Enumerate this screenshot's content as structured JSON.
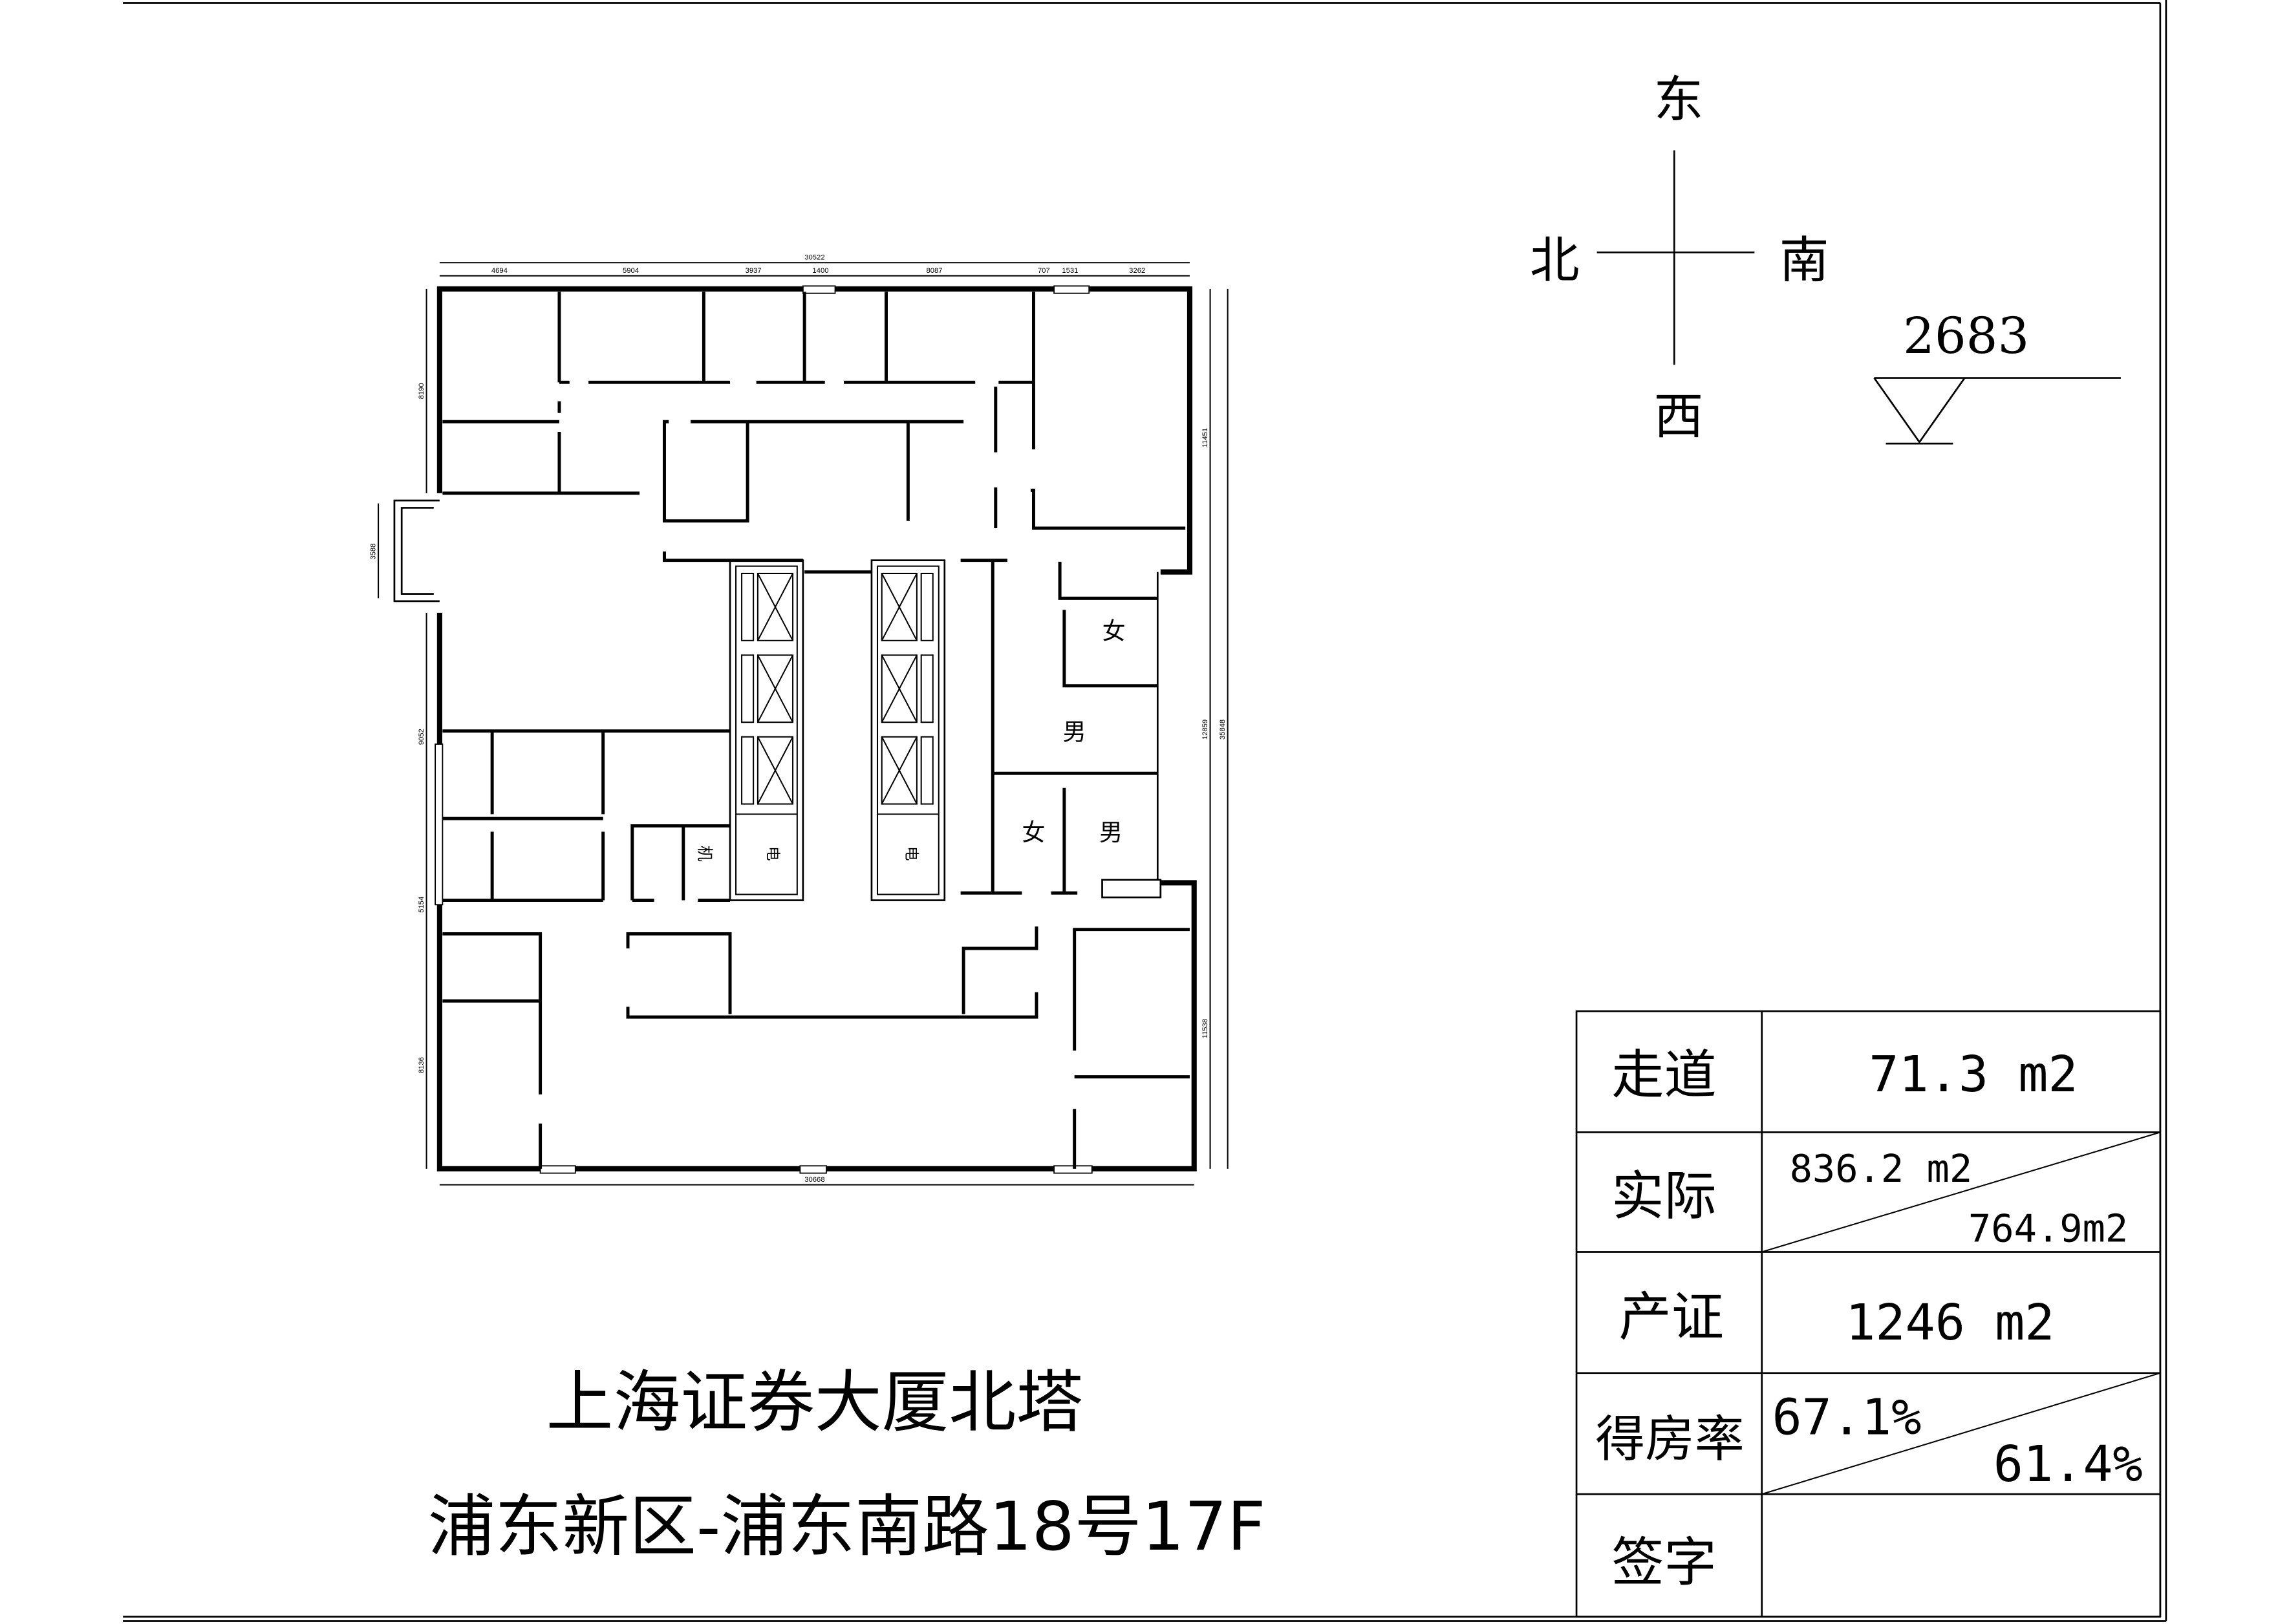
{
  "title": {
    "building": "上海证券大厦北塔",
    "address": "浦东新区-浦东南路18号17F"
  },
  "compass": {
    "top": "东",
    "left": "北",
    "right": "南",
    "bottom": "西"
  },
  "elevation": "2683",
  "dimensions": {
    "top_total": "30522",
    "top_segments": [
      "4694",
      "5904",
      "3937",
      "1400",
      "8087",
      "707",
      "1531",
      "3262"
    ],
    "bottom_total": "30668",
    "left_segments": [
      "8190",
      "3588",
      "9052",
      "5154",
      "8136"
    ],
    "right_segments": [
      "11451",
      "12859",
      "11538"
    ],
    "right_total": "35848"
  },
  "rooms": {
    "female_1": "女",
    "male_1": "男",
    "female_2": "女",
    "male_2": "男",
    "machine": "机",
    "shaft_1": "电",
    "shaft_2": "电"
  },
  "area_table": [
    {
      "label": "走道",
      "value": "71.3 m2"
    },
    {
      "label": "实际",
      "value_top": "836.2 m2",
      "value_bottom": "764.9m2"
    },
    {
      "label": "产证",
      "value": "1246 m2"
    },
    {
      "label": "得房率",
      "value_top": "67.1%",
      "value_bottom": "61.4%"
    },
    {
      "label": "签字",
      "value": ""
    }
  ]
}
